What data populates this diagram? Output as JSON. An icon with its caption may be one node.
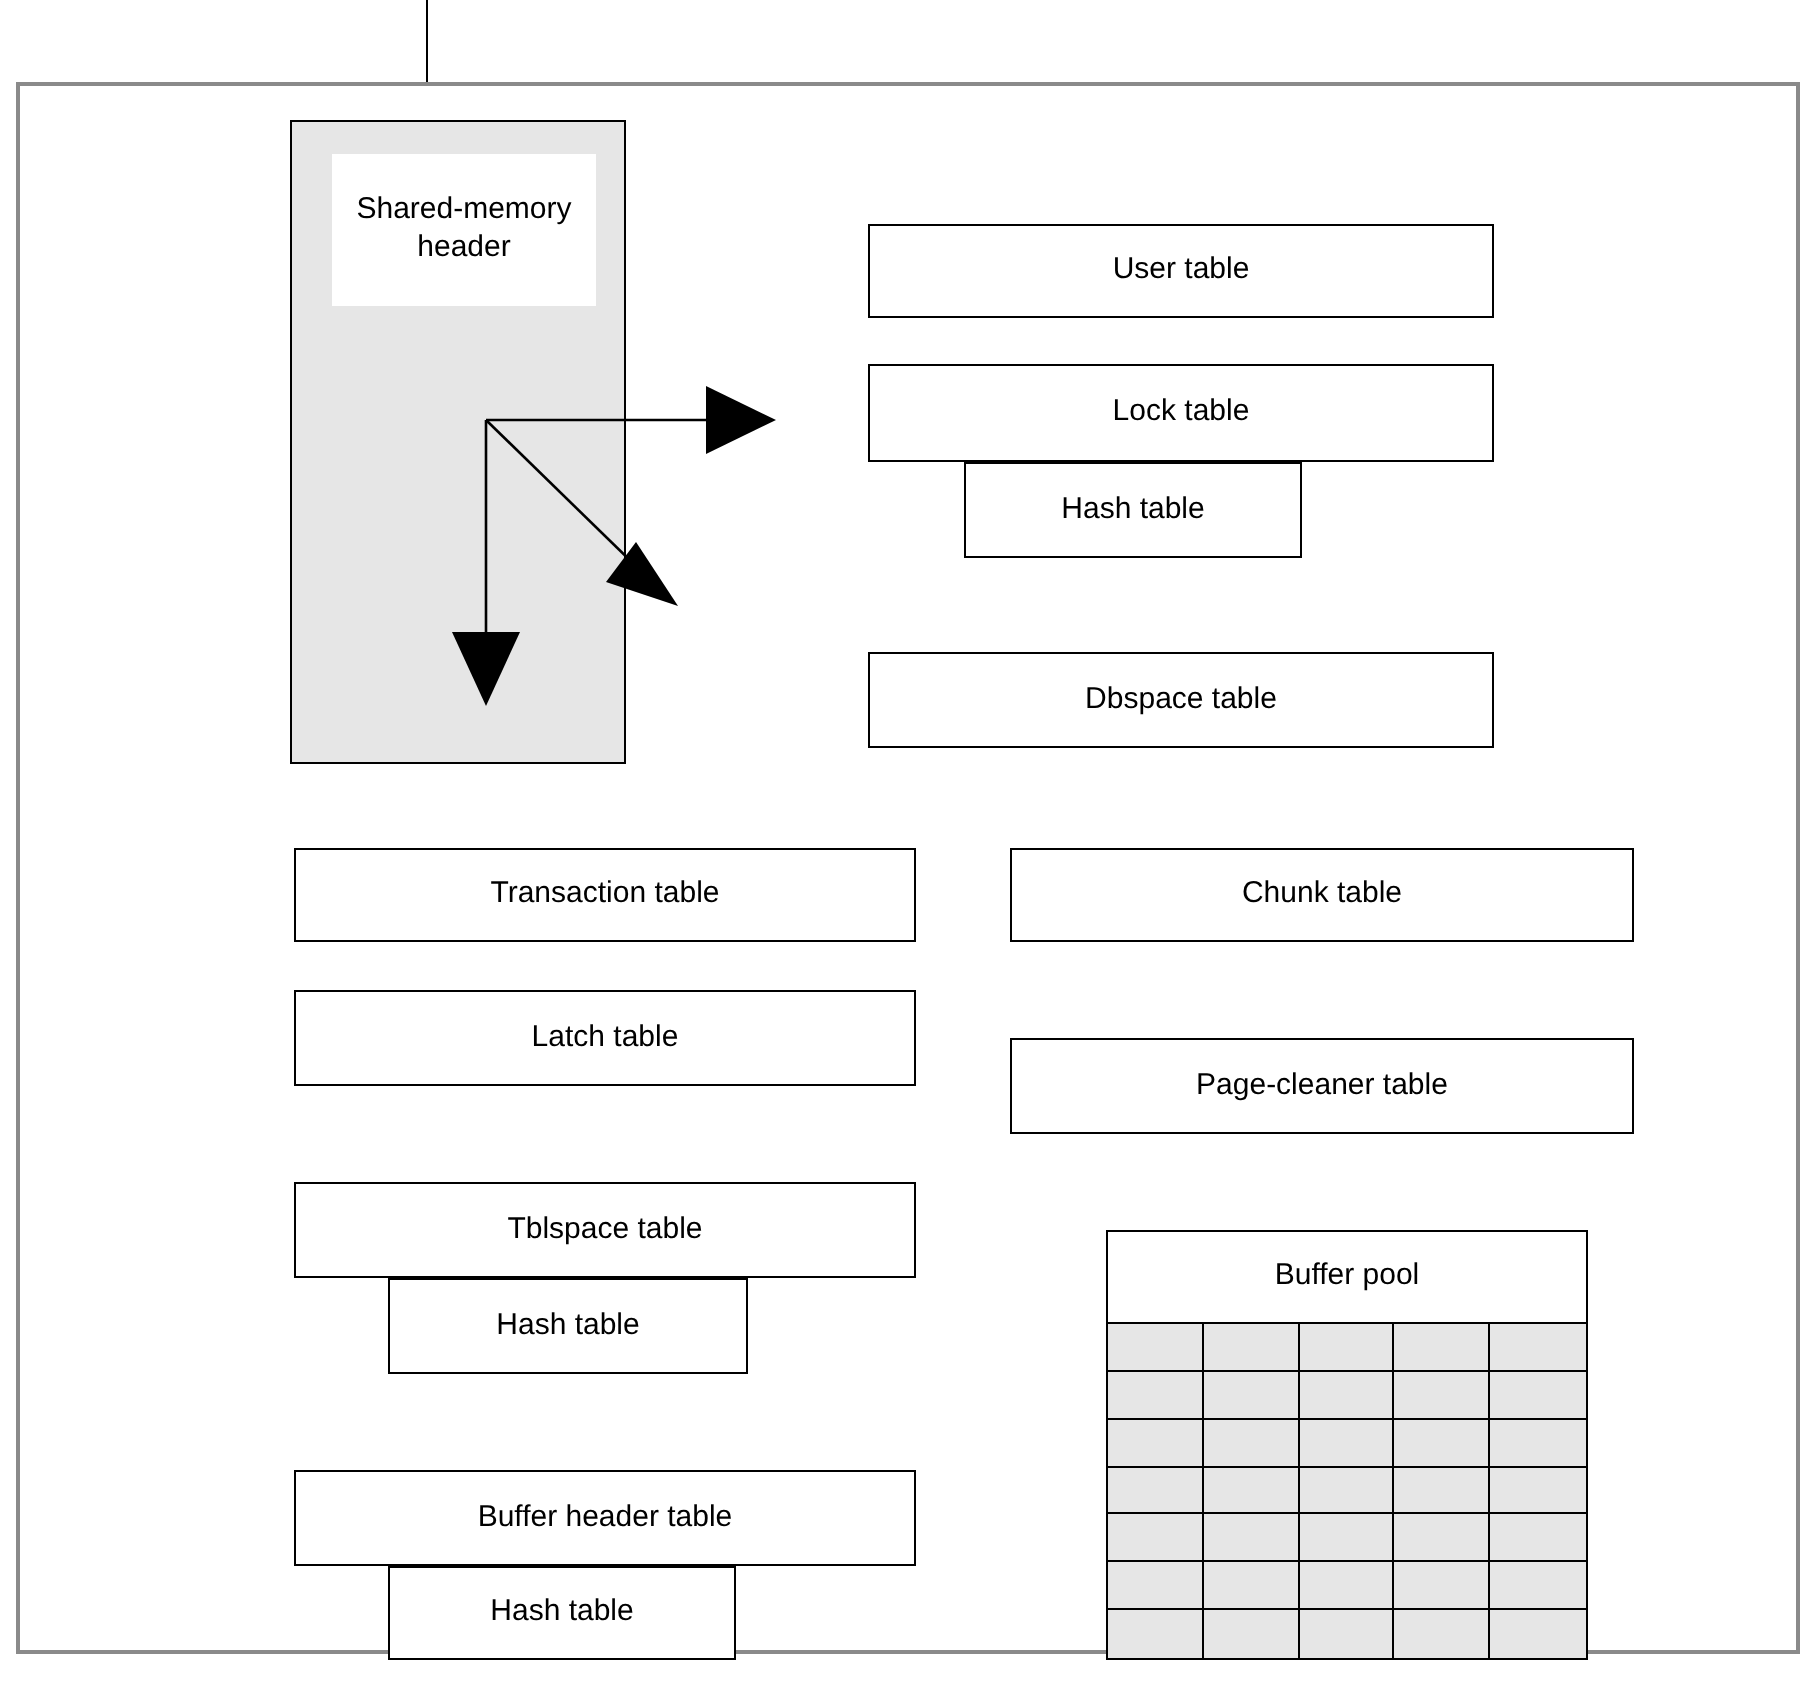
{
  "diagram": {
    "nodes": [
      {
        "text": [],
        "shape": "box"
      },
      {
        "text": [],
        "shape": "box",
        "in": 0
      },
      {
        "text": [
          "Shared-memory header"
        ],
        "in": 1
      },
      {
        "text": [
          "User table"
        ],
        "in": 0
      },
      {
        "text": [
          "Lock table"
        ],
        "in": 0
      },
      {
        "text": [
          "Hash table"
        ],
        "in": 0
      },
      {
        "text": [
          "Dbspace table"
        ],
        "in": 0
      },
      {
        "text": [
          "Transaction table"
        ],
        "in": 0
      },
      {
        "text": [
          "Chunk table"
        ],
        "in": 0
      },
      {
        "text": [
          "Latch table"
        ],
        "in": 0
      },
      {
        "text": [
          "Page-cleaner table"
        ],
        "in": 0
      },
      {
        "text": [
          "Tblspace table"
        ],
        "in": 0
      },
      {
        "text": [
          "Hash table"
        ],
        "in": 0
      },
      {
        "text": [
          "Buffer pool"
        ],
        "in": 0
      },
      {
        "text": [
          "Buffer header table"
        ],
        "in": 0
      },
      {
        "text": [
          "Hash table"
        ],
        "in": 0
      }
    ]
  }
}
